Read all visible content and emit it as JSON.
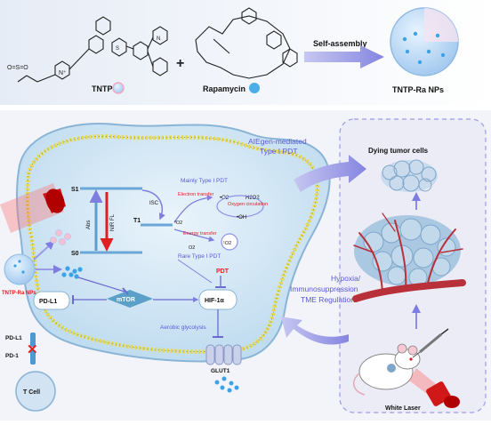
{
  "top": {
    "tntp_label": "TNTP",
    "plus": "+",
    "rapamycin_label": "Rapamycin",
    "self_assembly": "Self-assembly",
    "nps_label": "TNTP-Ra NPs"
  },
  "cell": {
    "s1": "S1",
    "s0": "S0",
    "t1": "T1",
    "abs": "Abs",
    "nir_fl": "NIR FL",
    "isc": "ISC",
    "mainly_type1": "Mainly Type I PDT",
    "electron_transfer": "Electron transfer",
    "energy_transfer": "Energy transfer",
    "o2_radical": "•O2⁻",
    "h2o2": "H2O2",
    "oxygen_circulation": "Oxygen circulation",
    "oh_radical": "•OH",
    "triplet_o2": "³O2",
    "o2": "O2",
    "singlet_o2": "¹O2",
    "rare_type1": "Rare Type I PDT",
    "pdt": "PDT",
    "pdl1": "PD-L1",
    "mtor": "mTOR",
    "hif": "HIF-1α",
    "aerobic": "Aerobic glycolysis",
    "glut1": "GLUT1",
    "tntp_ra_nps": "TNTP-Ra NPs"
  },
  "tcell": {
    "pdl1": "PD-L1",
    "pd1": "PD-1",
    "tcell": "T Cell"
  },
  "right": {
    "aiegen_line1": "AIEgen-mediated",
    "aiegen_line2": "Type I PDT",
    "hypoxia_line1": "Hypoxia/",
    "hypoxia_line2": "Immunosuppression",
    "hypoxia_line3": "TME Regulation",
    "dying": "Dying tumor cells",
    "white_laser": "White Laser"
  },
  "colors": {
    "purple_text": "#5a5ad6",
    "red_text": "#e02020",
    "arrow_purple": "#8c8ce8",
    "cell_blue": "#cfe4f4",
    "membrane_yellow": "#e8d84a"
  }
}
